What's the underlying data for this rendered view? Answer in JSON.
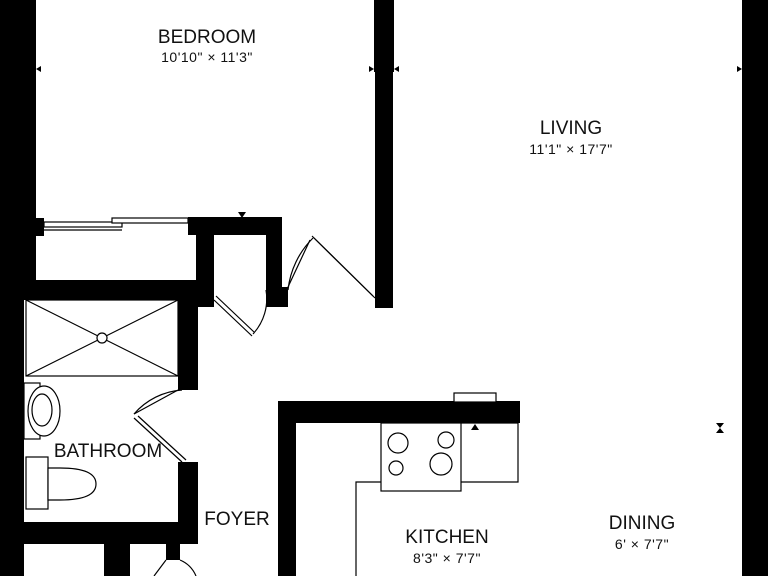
{
  "rooms": {
    "bedroom": {
      "name": "BEDROOM",
      "dims": "10'10\" × 11'3\""
    },
    "living": {
      "name": "LIVING",
      "dims": "11'1\" × 17'7\""
    },
    "bathroom": {
      "name": "BATHROOM"
    },
    "foyer": {
      "name": "FOYER"
    },
    "kitchen": {
      "name": "KITCHEN",
      "dims": "8'3\" × 7'7\""
    },
    "dining": {
      "name": "DINING",
      "dims": "6' × 7'7\""
    }
  },
  "colors": {
    "wall": "#000000",
    "background": "#ffffff"
  }
}
